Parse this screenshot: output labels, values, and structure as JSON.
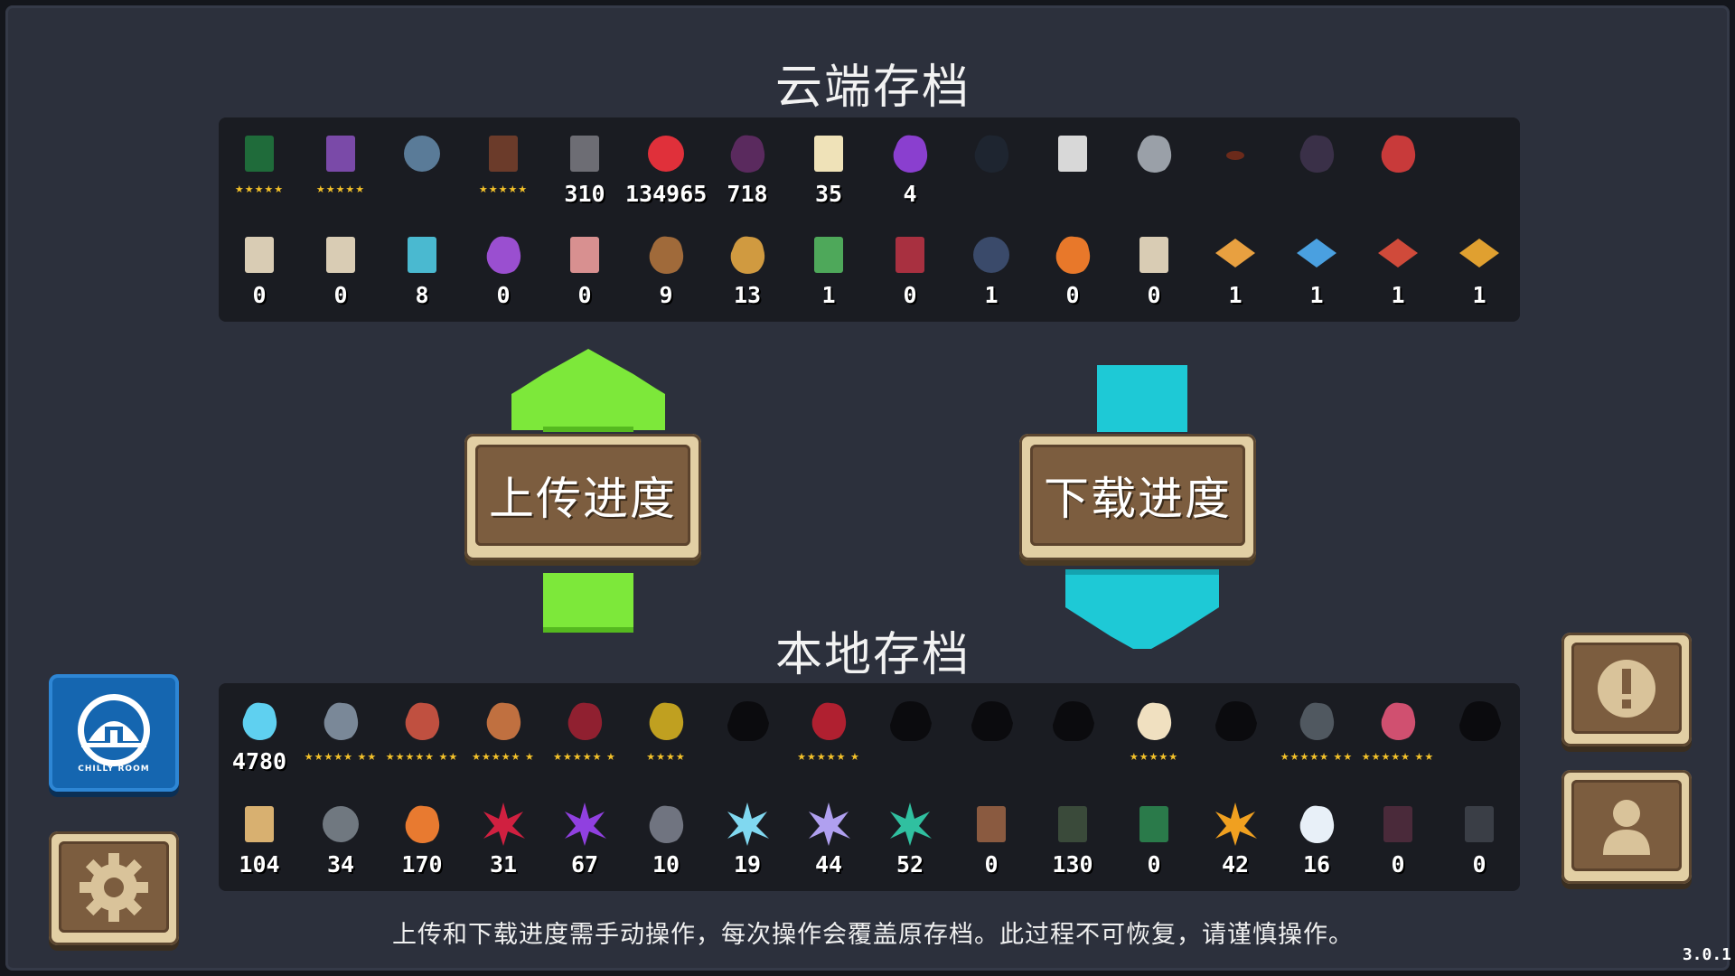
{
  "cloud": {
    "title": "云端存档",
    "row1": [
      {
        "icon": "green-cabinet-icon",
        "value": "",
        "stars": "★★★★★"
      },
      {
        "icon": "purple-book-icon",
        "value": "",
        "stars": "★★★★★"
      },
      {
        "icon": "cauldron-icon",
        "value": "",
        "stars": ""
      },
      {
        "icon": "potted-plant-icon",
        "value": "",
        "stars": "★★★★★"
      },
      {
        "icon": "gun-part-icon",
        "value": "310",
        "stars": ""
      },
      {
        "icon": "red-gem-icon",
        "value": "134965",
        "stars": ""
      },
      {
        "icon": "dark-beast-icon",
        "value": "718",
        "stars": ""
      },
      {
        "icon": "scroll-card-icon",
        "value": "35",
        "stars": ""
      },
      {
        "icon": "purple-demon-mask-icon",
        "value": "4",
        "stars": ""
      },
      {
        "icon": "black-cat-icon",
        "value": "",
        "stars": ""
      },
      {
        "icon": "tap-sign-icon",
        "value": "",
        "stars": ""
      },
      {
        "icon": "seal-icon",
        "value": "",
        "stars": ""
      },
      {
        "icon": "small-bug-icon",
        "value": "",
        "stars": ""
      },
      {
        "icon": "bat-icon",
        "value": "",
        "stars": ""
      },
      {
        "icon": "red-oni-icon",
        "value": "",
        "stars": ""
      }
    ],
    "row2": [
      {
        "icon": "paper-scroll-icon",
        "value": "0"
      },
      {
        "icon": "paper-scroll-icon",
        "value": "0"
      },
      {
        "icon": "blue-gadget-icon",
        "value": "8"
      },
      {
        "icon": "feather-bouquet-icon",
        "value": "0"
      },
      {
        "icon": "jar-icon",
        "value": "0"
      },
      {
        "icon": "horn-icon",
        "value": "9"
      },
      {
        "icon": "fish-icon",
        "value": "13"
      },
      {
        "icon": "green-block-icon",
        "value": "1"
      },
      {
        "icon": "red-machine-icon",
        "value": "0"
      },
      {
        "icon": "fish-bubble-icon",
        "value": "1"
      },
      {
        "icon": "carrot-icon",
        "value": "0"
      },
      {
        "icon": "paper-scroll-icon",
        "value": "0"
      },
      {
        "icon": "orange-tile-icon",
        "value": "1"
      },
      {
        "icon": "blue-tile-icon",
        "value": "1"
      },
      {
        "icon": "red-tile-icon",
        "value": "1"
      },
      {
        "icon": "gold-tile-icon",
        "value": "1"
      }
    ]
  },
  "upload_button": {
    "label": "上传进度"
  },
  "download_button": {
    "label": "下载进度"
  },
  "local": {
    "title": "本地存档",
    "row1": [
      {
        "icon": "blue-gems-icon",
        "value": "4780",
        "stars": ""
      },
      {
        "icon": "knight-icon",
        "value": "",
        "stars": "★★★★★ ★★"
      },
      {
        "icon": "rogue-icon",
        "value": "",
        "stars": "★★★★★ ★★"
      },
      {
        "icon": "witch-icon",
        "value": "",
        "stars": "★★★★★ ★"
      },
      {
        "icon": "assassin-icon",
        "value": "",
        "stars": "★★★★★ ★"
      },
      {
        "icon": "engineer-icon",
        "value": "",
        "stars": "★★★★"
      },
      {
        "icon": "locked-character-icon",
        "value": "",
        "stars": ""
      },
      {
        "icon": "vampire-icon",
        "value": "",
        "stars": "★★★★★ ★"
      },
      {
        "icon": "locked-character-icon",
        "value": "",
        "stars": ""
      },
      {
        "icon": "locked-character-icon",
        "value": "",
        "stars": ""
      },
      {
        "icon": "locked-character-icon",
        "value": "",
        "stars": ""
      },
      {
        "icon": "priest-icon",
        "value": "",
        "stars": "★★★★★"
      },
      {
        "icon": "locked-character-icon",
        "value": "",
        "stars": ""
      },
      {
        "icon": "robot-icon",
        "value": "",
        "stars": "★★★★★ ★★"
      },
      {
        "icon": "berserker-icon",
        "value": "",
        "stars": "★★★★★ ★★"
      },
      {
        "icon": "locked-character-icon",
        "value": "",
        "stars": ""
      }
    ],
    "row2": [
      {
        "icon": "wood-plank-icon",
        "value": "104"
      },
      {
        "icon": "gear-part-icon",
        "value": "34"
      },
      {
        "icon": "orange-ore-icon",
        "value": "170"
      },
      {
        "icon": "red-crystal-icon",
        "value": "31"
      },
      {
        "icon": "purple-crystal-icon",
        "value": "67"
      },
      {
        "icon": "stone-icon",
        "value": "10"
      },
      {
        "icon": "ice-crystal-icon",
        "value": "19"
      },
      {
        "icon": "violet-crystal-icon",
        "value": "44"
      },
      {
        "icon": "teal-crystal-icon",
        "value": "52"
      },
      {
        "icon": "mailbox-icon",
        "value": "0"
      },
      {
        "icon": "battery-icon",
        "value": "130"
      },
      {
        "icon": "green-pipe-icon",
        "value": "0"
      },
      {
        "icon": "fire-crystal-icon",
        "value": "42"
      },
      {
        "icon": "white-feather-icon",
        "value": "16"
      },
      {
        "icon": "dark-card-icon",
        "value": "0"
      },
      {
        "icon": "dark-page-icon",
        "value": "0"
      }
    ]
  },
  "notice": "上传和下载进度需手动操作，每次操作会覆盖原存档。此过程不可恢复，请谨慎操作。",
  "version": "3.0.1",
  "logo_text": "CHILLY ROOM",
  "colors": {
    "upload_arrow": "#7de83a",
    "download_arrow": "#1ec9d6",
    "panel": "#1a1c22",
    "background": "#2c303c",
    "star": "#f4c22a"
  }
}
